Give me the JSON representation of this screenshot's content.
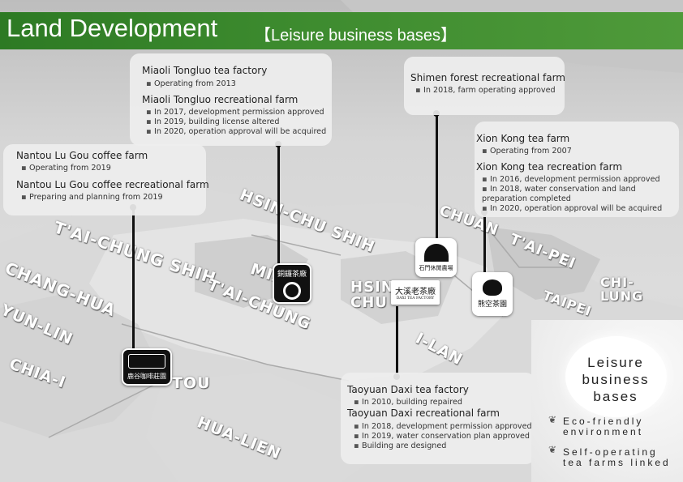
{
  "title": {
    "main": "Land Development",
    "sub": "【Leisure business bases】"
  },
  "map_labels": [
    "HSIN-CHU SHIH",
    "T'AI-CHUNG SHIH",
    "CHANG-HUA",
    "YUN-LIN",
    "CHIA-I",
    "T'AI-CHUNG",
    "MIAO",
    "HSIN CHU",
    "CHUAN",
    "T'AI-PEI",
    "CHI-LUNG",
    "TAIPEI",
    "I-LAN",
    "HUA-LIEN",
    "TOU"
  ],
  "boxes": {
    "miaoli": {
      "title1": "Miaoli Tongluo tea factory",
      "items1": [
        "Operating from 2013"
      ],
      "title2": "Miaoli Tongluo recreational farm",
      "items2": [
        "In 2017, development permission approved",
        "In 2019, building license altered",
        "In 2020, operation approval will be acquired"
      ]
    },
    "shimen": {
      "title": "Shimen forest recreational farm",
      "items": [
        "In 2018, farm operating approved"
      ]
    },
    "nantou": {
      "title1": "Nantou Lu Gou coffee farm",
      "items1": [
        "Operating from 2019"
      ],
      "title2": "Nantou Lu Gou coffee recreational farm",
      "items2": [
        "Preparing and planning from 2019"
      ]
    },
    "xionkong": {
      "title1": "Xion Kong tea farm",
      "items1": [
        "Operating from 2007"
      ],
      "title2": "Xion Kong tea recreation farm",
      "items2": [
        "In 2016, development permission approved",
        "In 2018, water conservation and land preparation completed",
        "In 2020, operation approval will be acquired"
      ]
    },
    "taoyuan": {
      "title1": "Taoyuan Daxi tea factory",
      "items1": [
        "In 2010, building repaired"
      ],
      "title2": "Taoyuan Daxi recreational farm",
      "items2": [
        "In 2018, development permission approved",
        "In 2019, water conservation plan approved",
        "Building are designed"
      ]
    }
  },
  "logos": {
    "tongluo": "銅鑼茶廠",
    "shimen": "石門休閒農場",
    "daxi": "大溪老茶廠",
    "daxi_en": "DAXI TEA FACTORY",
    "xionkong": "熊空茶園",
    "lugou": "鹿谷咖啡莊園"
  },
  "leisure": {
    "title": "Leisure business bases",
    "feature1": "Eco-friendly environment",
    "feature2": "Self-operating tea farms linked"
  }
}
